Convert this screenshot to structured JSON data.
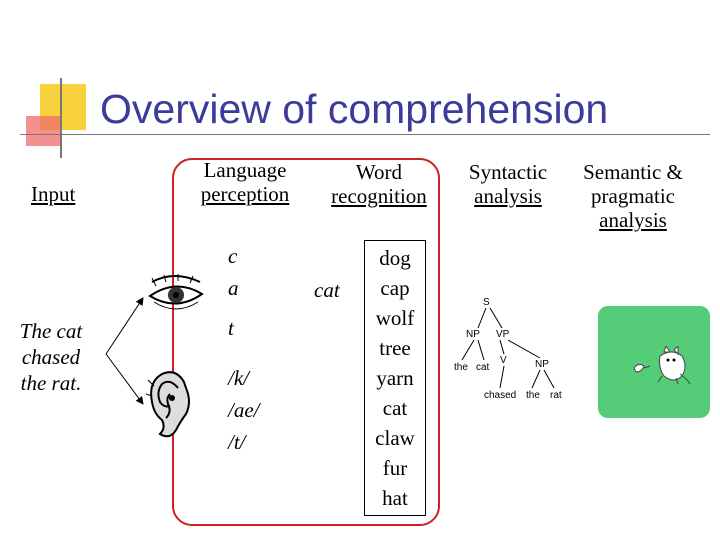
{
  "slide": {
    "title": "Overview of comprehension",
    "input_label": "Input",
    "sentence_lines": [
      "The cat",
      "chased",
      "the rat."
    ],
    "stages": {
      "perception": [
        "Language",
        "perception"
      ],
      "word_recognition": [
        "Word",
        "recognition"
      ],
      "syntactic": [
        "Syntactic",
        "analysis"
      ],
      "semantic": [
        "Semantic &",
        "pragmatic",
        "analysis"
      ]
    },
    "letters": [
      "c",
      "a",
      "t"
    ],
    "phonemes": [
      "/k/",
      "/ae/",
      "/t/"
    ],
    "recognized_word": "cat",
    "candidates": [
      "dog",
      "cap",
      "wolf",
      "tree",
      "yarn",
      "cat",
      "claw",
      "fur",
      "hat"
    ],
    "parse_tree": {
      "s": "S",
      "np": "NP",
      "vp": "VP",
      "the": "the",
      "cat": "cat",
      "v": "V",
      "np2": "NP",
      "chased": "chased",
      "the2": "the",
      "rat": "rat"
    },
    "colors": {
      "title": "#3b3b9b",
      "highlight_border": "#cc2222",
      "semantic_box": "#55cc77"
    },
    "icons": [
      "eye-icon",
      "ear-icon",
      "cat-chasing-rat-illustration"
    ]
  }
}
